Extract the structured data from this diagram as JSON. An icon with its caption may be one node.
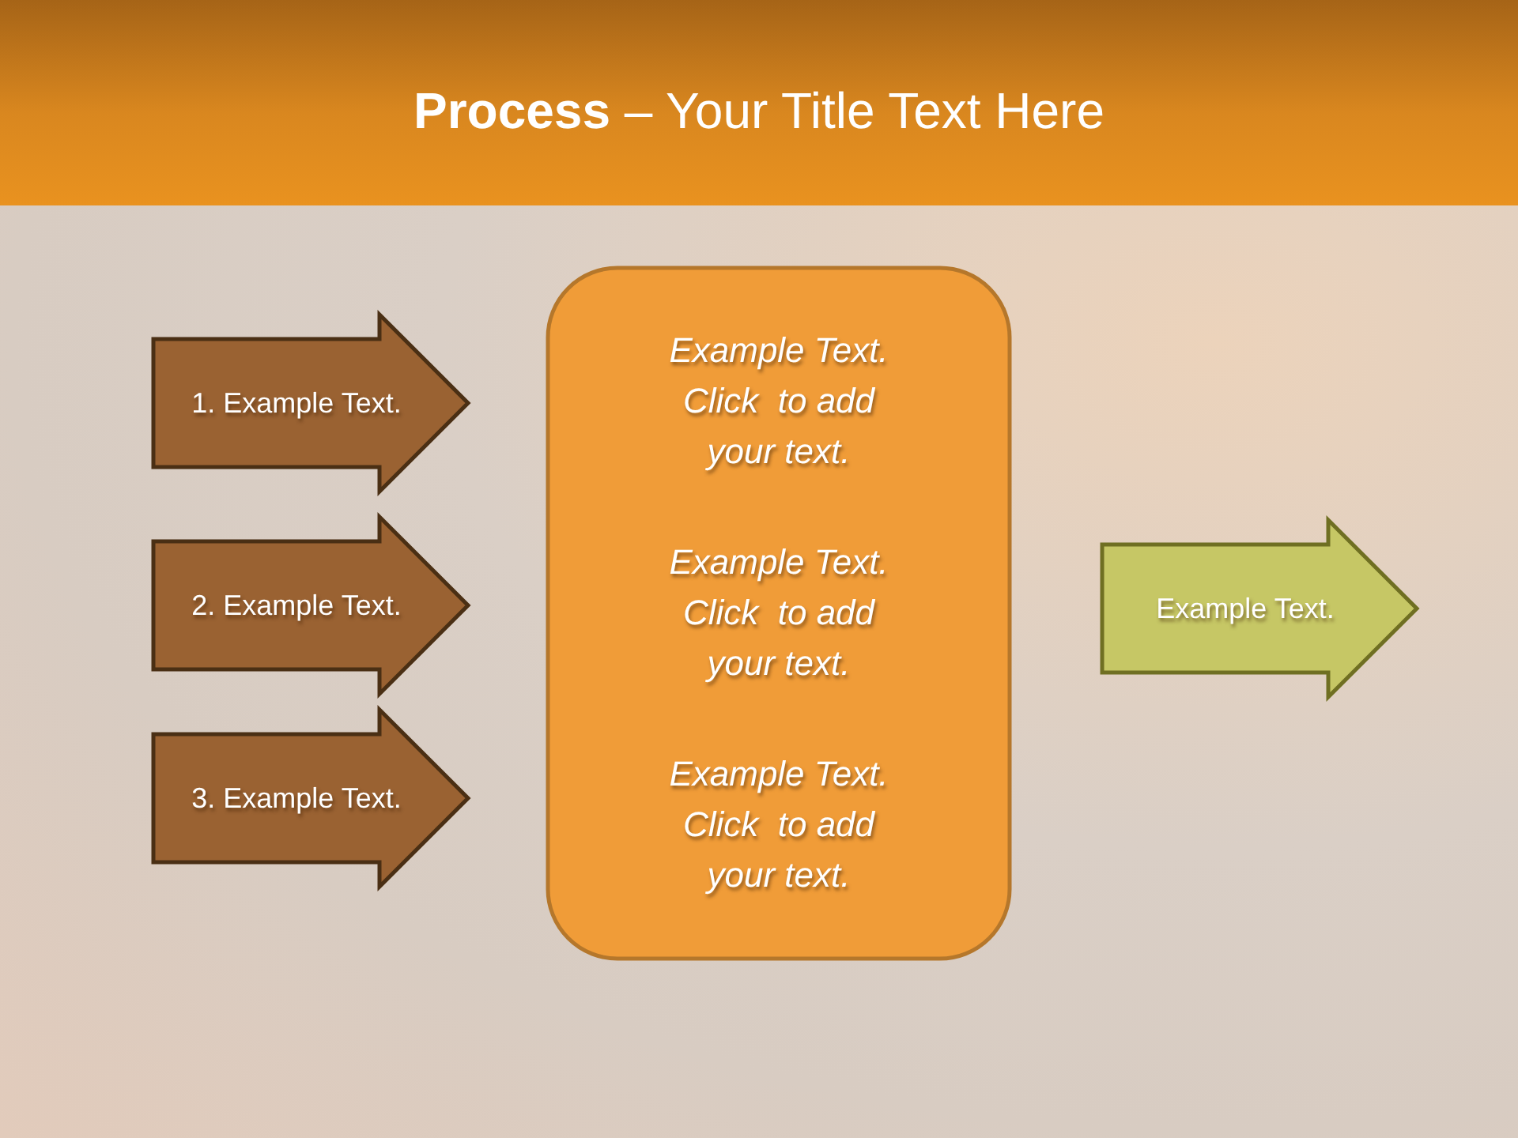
{
  "diagram": {
    "title": "**Process** – Your Title Text Here",
    "nodes": [
      {
        "text": [
          "1. Example Text."
        ]
      },
      {
        "text": [
          "2. Example Text."
        ]
      },
      {
        "text": [
          "3. Example Text."
        ]
      },
      {
        "text": [
          "Example Text. Click  to add your text.",
          "Example Text. Click  to add your text.",
          "Example Text. Click  to add your text."
        ]
      },
      {
        "text": [
          "Example Text."
        ]
      }
    ],
    "edges": []
  }
}
